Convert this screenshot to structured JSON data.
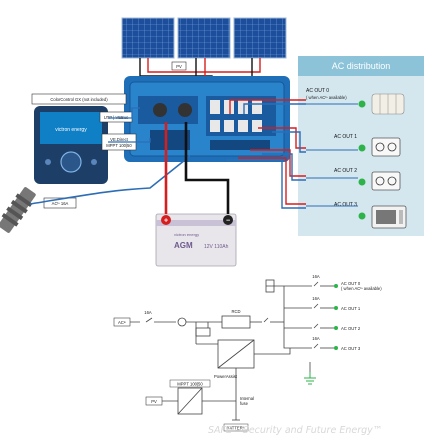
{
  "top": {
    "pv_label": "PV",
    "ac_distribution_title": "AC distribution",
    "colorcontrol_label": "ColorControl GX (not included)",
    "colorcontrol_brand": "victron energy",
    "utp_vebus_label": "UTP | VEBus",
    "ve_direct_label_1": "VE.Direct",
    "ve_direct_label_2": "MPPT 100|50",
    "ac_in_label": "ACᴵⁿ 16A",
    "battery_brand": "victron energy",
    "battery_type": "AGM",
    "battery_spec": "12V 110Ah",
    "battery_plus": "+",
    "battery_minus": "−",
    "outputs": [
      {
        "label": "AC OUT 0",
        "sub": "( when ACᴵⁿ available)"
      },
      {
        "label": "AC OUT 1",
        "sub": ""
      },
      {
        "label": "AC OUT 2",
        "sub": ""
      },
      {
        "label": "AC OUT 3",
        "sub": ""
      }
    ]
  },
  "bottom": {
    "breaker_16a_1": "16A",
    "breaker_16a_2": "16A",
    "breaker_16a_3": "16A",
    "breaker_16a_4": "16A",
    "ac_in": "ACᴵⁿ",
    "rcd": "RCD",
    "powerassist": "PowerAssist",
    "mppt_label": "MPPT 100|50",
    "pv": "PV",
    "internal_fuse_1": "Internal",
    "internal_fuse_2": "fuse",
    "battery": "BATTERY",
    "outputs": [
      {
        "label": "AC OUT 0",
        "sub": "( when ACᴵⁿ available)"
      },
      {
        "label": "AC OUT 1",
        "sub": ""
      },
      {
        "label": "AC OUT 2",
        "sub": ""
      },
      {
        "label": "AC OUT 3",
        "sub": ""
      }
    ]
  },
  "watermark": "SAFE – Security and Future Energy™",
  "colors": {
    "inverter_blue": "#1f6fb8",
    "ac_panel": "#d4e7ef",
    "ac_header": "#8cc3d8",
    "wire_red": "#d61e1e",
    "wire_black": "#111111",
    "wire_blue": "#2c6db5",
    "terminal_green": "#2db34a"
  }
}
